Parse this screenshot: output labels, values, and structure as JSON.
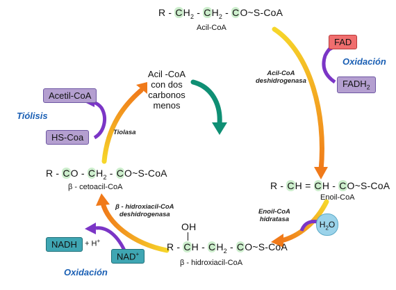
{
  "acil_coa": {
    "formula_parts": [
      "R - ",
      "C",
      "H",
      "2",
      " - ",
      "C",
      "H",
      "2",
      " - ",
      "C",
      "O~S-CoA"
    ],
    "name": "Acil-CoA"
  },
  "enoil_coa": {
    "formula": "R - CH = CH - CO~S-CoA",
    "name": "Enoil-CoA"
  },
  "hidroxiacil_coa": {
    "oh": "OH",
    "formula": "R - CH - CH2 - CO~S-CoA",
    "name": "β - hidroxiacil-CoA"
  },
  "cetoacil_coa": {
    "formula": "R - CO - CH2 - CO~S-CoA",
    "name": "β - cetoacil-CoA"
  },
  "center": {
    "lines": [
      "Acil -CoA",
      "con dos",
      "carbonos",
      "menos"
    ]
  },
  "enzymes": {
    "deshidrogenasa": [
      "Acil-CoA",
      "deshidrogenasa"
    ],
    "hidratasa": [
      "Enoil-CoA",
      "hidratasa"
    ],
    "hidroxi_deshidrogenasa": [
      "β - hidroxiacil-CoA",
      "deshidrogenasa"
    ],
    "tiolasa": [
      "Tiolasa"
    ]
  },
  "cofactors": {
    "fad": "FAD",
    "fadh2": "FADH2",
    "h2o": "H2O",
    "nad": "NAD+",
    "nadh": "NADH",
    "h_plus": "+ H+",
    "acetil_coa": "Acetil-CoA",
    "hs_coa": "HS-Coa"
  },
  "processes": {
    "oxidacion_top": "Oxidación",
    "oxidacion_bottom": "Oxidación",
    "tiolisis": "Tiólisis"
  },
  "colors": {
    "cycle_start": "#f3d321",
    "cycle_end": "#f07a1a",
    "branch_arrow": "#7b35c6",
    "center_arrow": "#0f8f74",
    "highlight": "#cdeecd",
    "process_text": "#1a5fb4"
  }
}
